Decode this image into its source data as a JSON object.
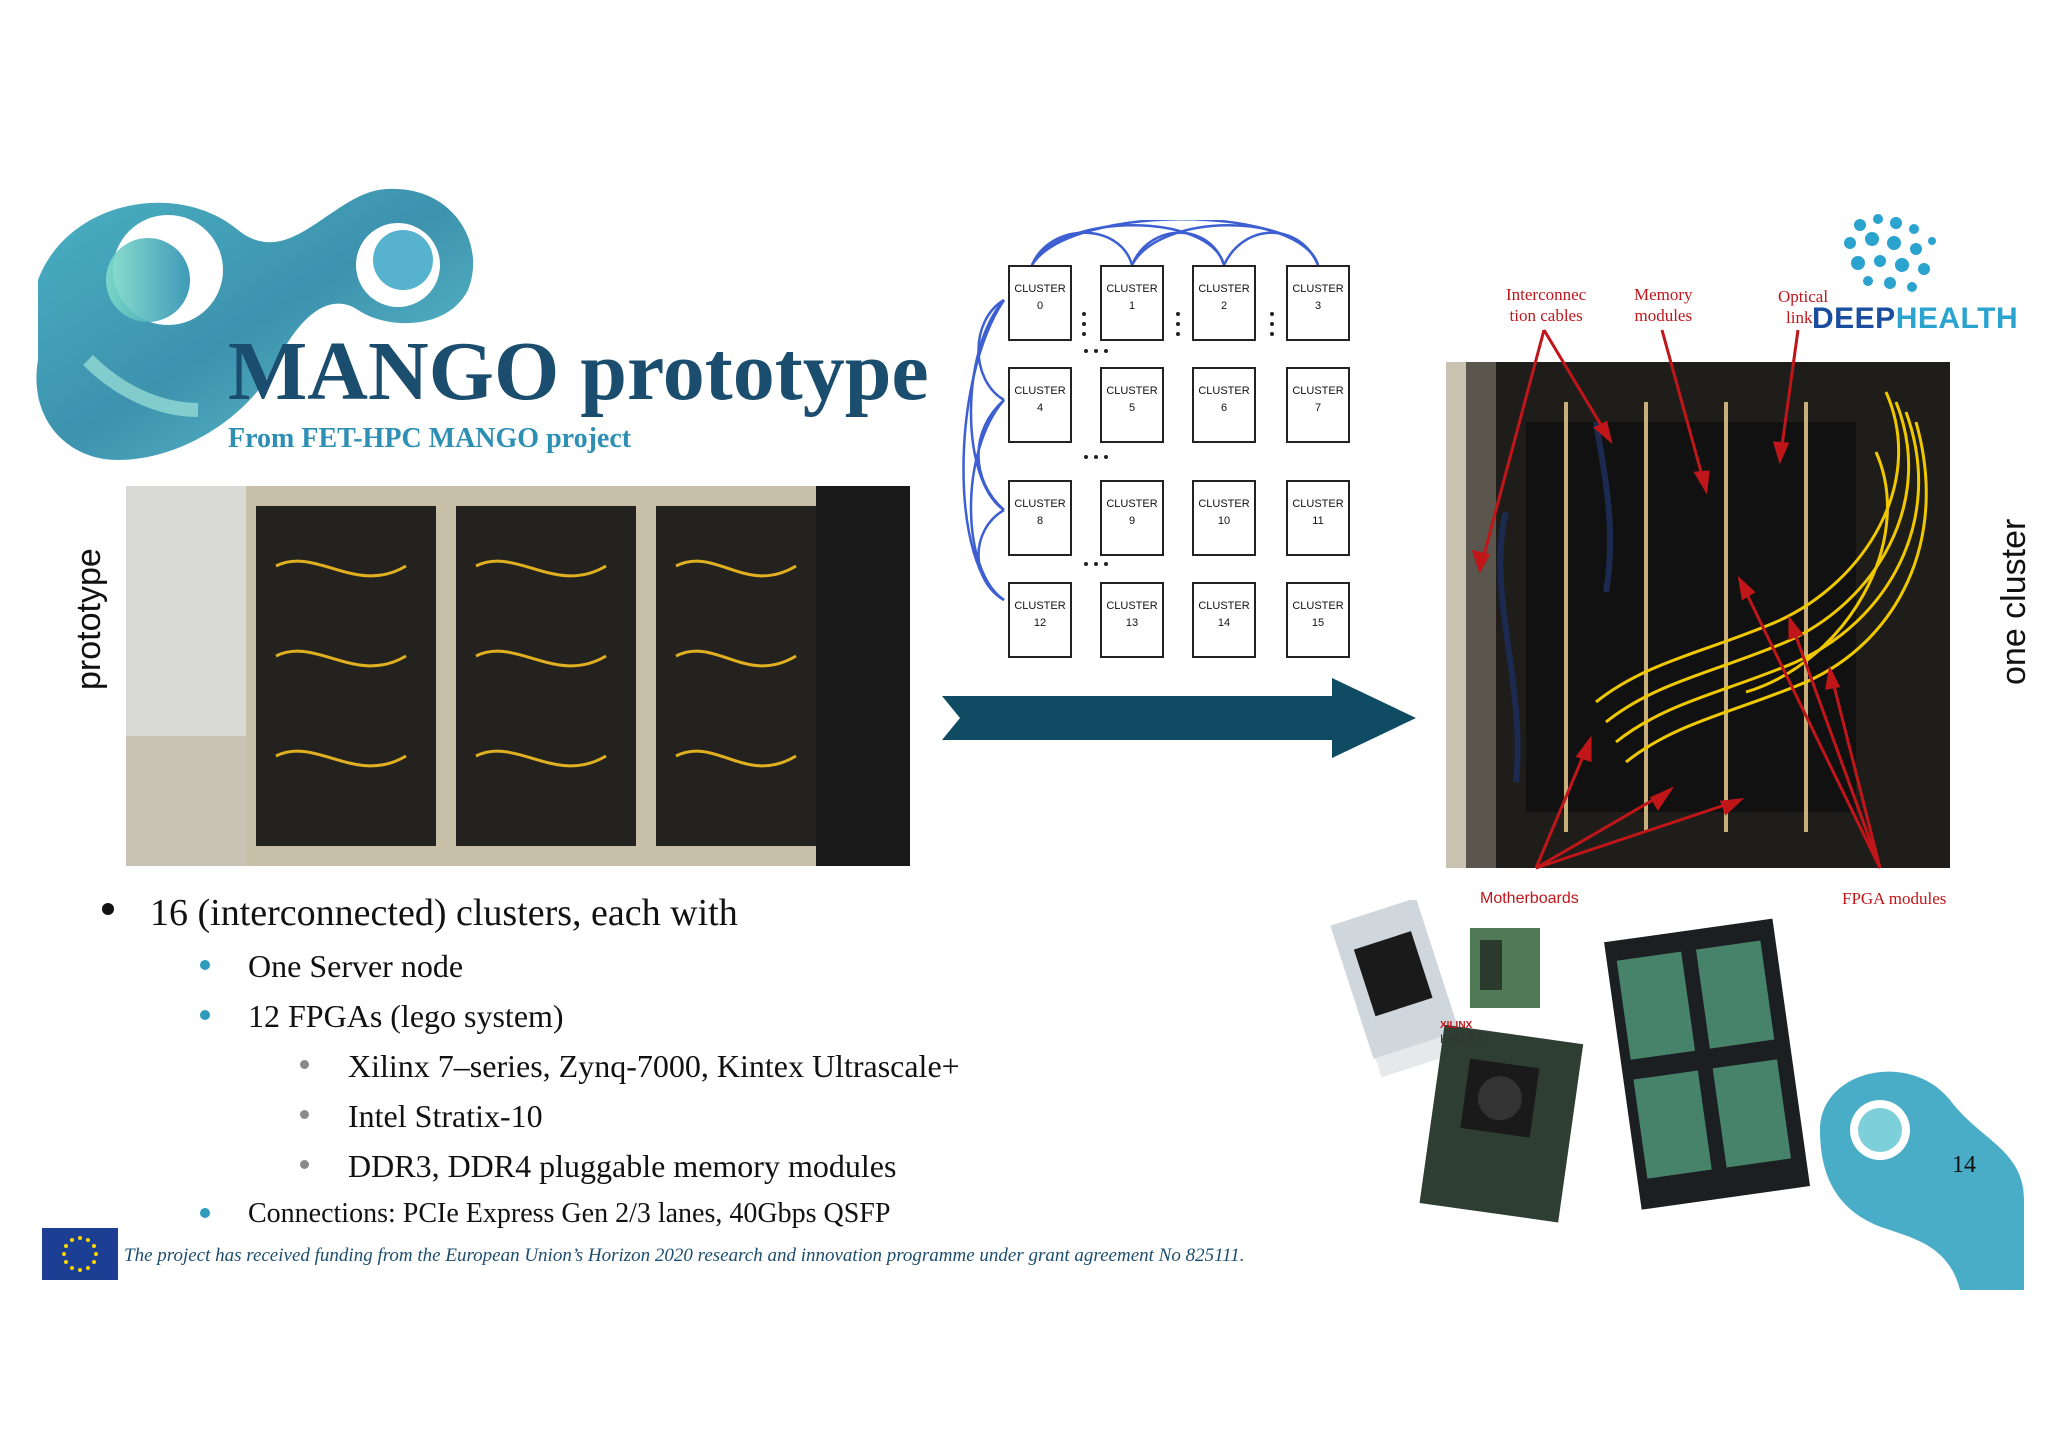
{
  "slide": {
    "title": "MANGO prototype",
    "subtitle": "From FET-HPC MANGO project",
    "label_left": "prototype",
    "label_right": "one cluster",
    "page_number": "14"
  },
  "diagram": {
    "clusters": [
      "CLUSTER 0",
      "CLUSTER 1",
      "CLUSTER 2",
      "CLUSTER 3",
      "CLUSTER 4",
      "CLUSTER 5",
      "CLUSTER 6",
      "CLUSTER 7",
      "CLUSTER 8",
      "CLUSTER 9",
      "CLUSTER 10",
      "CLUSTER 11",
      "CLUSTER 12",
      "CLUSTER 13",
      "CLUSTER 14",
      "CLUSTER 15"
    ],
    "link_color": "#3d5fd1"
  },
  "callouts": {
    "interconnect": [
      "Interconnec",
      "tion cables"
    ],
    "memory": [
      "Memory",
      "modules"
    ],
    "optical": [
      "Optical",
      "link"
    ],
    "motherboards": "Motherboards",
    "fpga": "FPGA modules"
  },
  "logos": {
    "deephealth_part1": "DEEP",
    "deephealth_part2": "HEALTH",
    "xilinx": "XILINX",
    "kintex": "KINTEX"
  },
  "bullets": {
    "main": "16 (interconnected) clusters, each with",
    "sub1": "One Server node",
    "sub2": "12 FPGAs (lego system)",
    "sub2_items": [
      "Xilinx 7–series, Zynq-7000, Kintex Ultrascale+",
      "Intel Stratix-10",
      "DDR3, DDR4 pluggable memory modules"
    ],
    "sub3": "Connections: PCIe Express Gen 2/3 lanes, 40Gbps QSFP"
  },
  "footer": {
    "funding": "The project has received funding from the European Union’s Horizon 2020 research and innovation programme under grant agreement No 825111."
  },
  "colors": {
    "title": "#1b4d6e",
    "subtitle": "#2e8fb5",
    "arrow": "#0f4c64",
    "callout": "#c0161a",
    "bullet_teal": "#2e9bbd",
    "bullet_grey": "#8a8a8a"
  }
}
